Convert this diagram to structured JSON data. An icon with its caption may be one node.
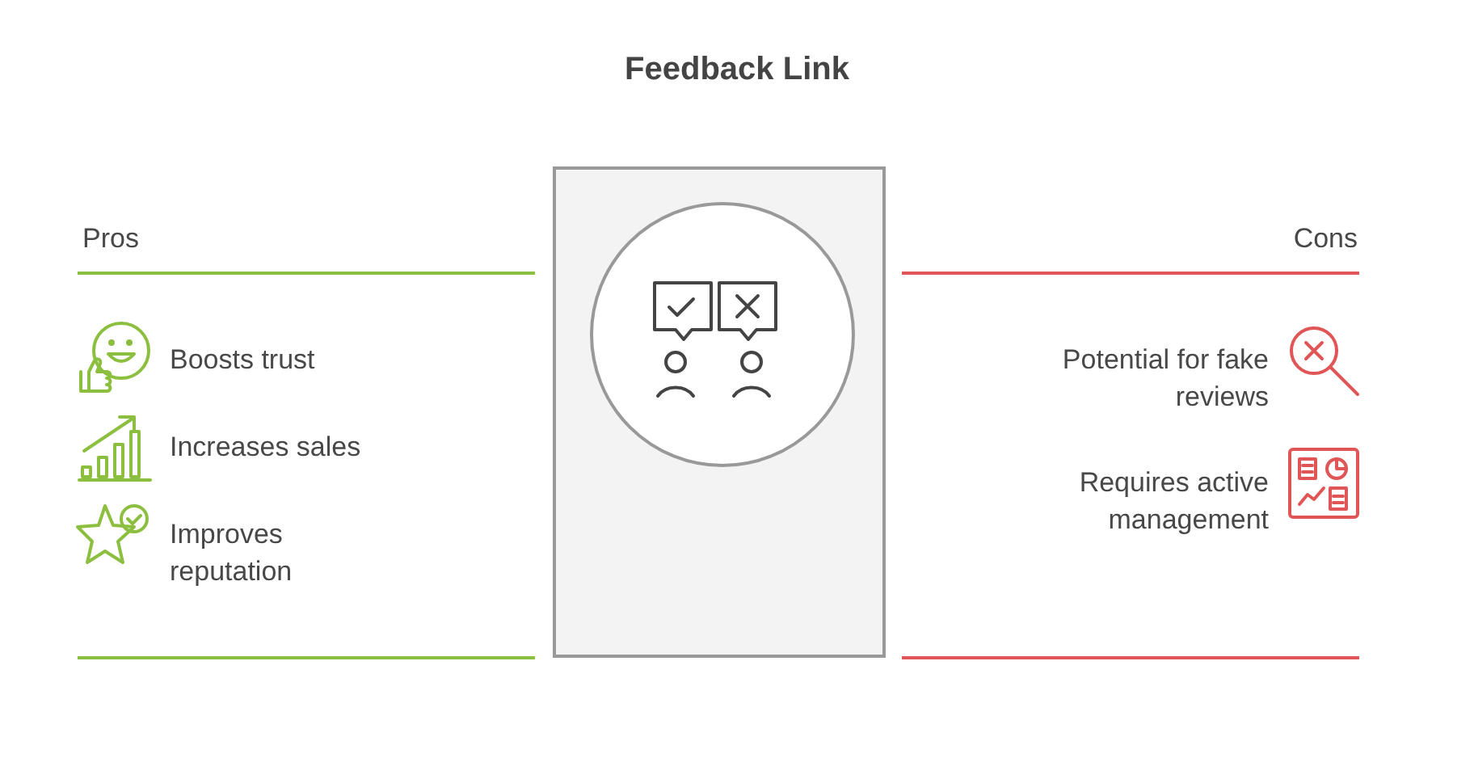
{
  "diagram": {
    "title": "Feedback Link",
    "nodes": [
      {
        "text": [],
        "shape": "box"
      },
      {
        "text": [],
        "shape": "circle",
        "in": 0
      }
    ],
    "labels": [
      "Pros",
      "Cons",
      "Boosts trust",
      "Increases sales",
      "Improves reputation",
      "Potential for fake reviews",
      "Requires active management"
    ]
  }
}
